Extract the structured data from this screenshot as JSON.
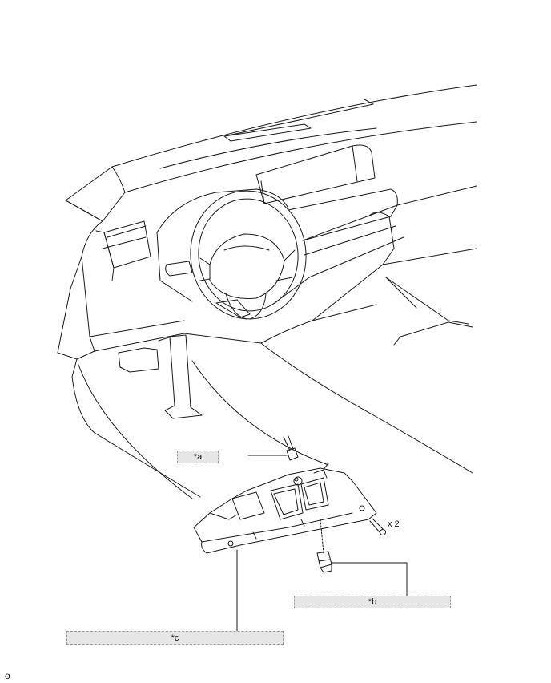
{
  "callouts": {
    "a": "*a",
    "b": "*b",
    "c": "*c"
  },
  "quantity": "x 2",
  "figure_code": "o"
}
